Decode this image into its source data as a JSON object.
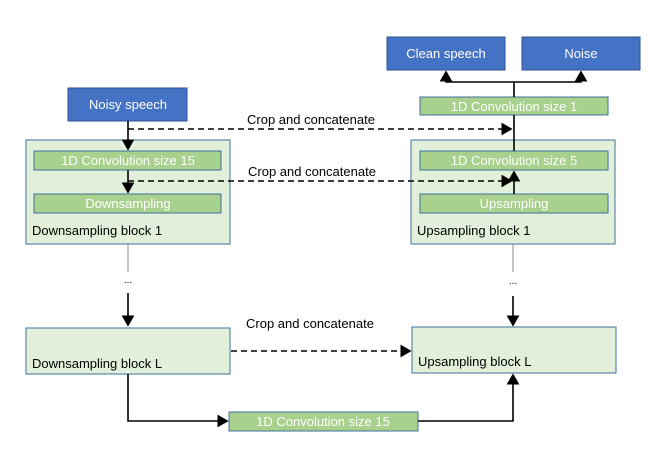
{
  "nodes": {
    "noisy_speech": "Noisy speech",
    "clean_speech": "Clean speech",
    "noise": "Noise",
    "conv1": "1D Convolution size 1",
    "down1_conv": "1D Convolution size 15",
    "down1_sampling": "Downsampling",
    "down1_label": "Downsampling block 1",
    "up1_conv": "1D Convolution size 5",
    "up1_sampling": "Upsampling",
    "up1_label": "Upsampling block 1",
    "downL_label": "Downsampling block L",
    "upL_label": "Upsampling block L",
    "bottleneck_conv": "1D Convolution size 15"
  },
  "edges": {
    "skip1": "Crop and concatenate",
    "skip2": "Crop and concatenate",
    "skipL": "Crop and concatenate"
  },
  "ellipsis": "...",
  "colors": {
    "blue": "#4472C4",
    "green": "#A9D18E",
    "light_green": "#E2EFDA",
    "border": "#41719C"
  }
}
